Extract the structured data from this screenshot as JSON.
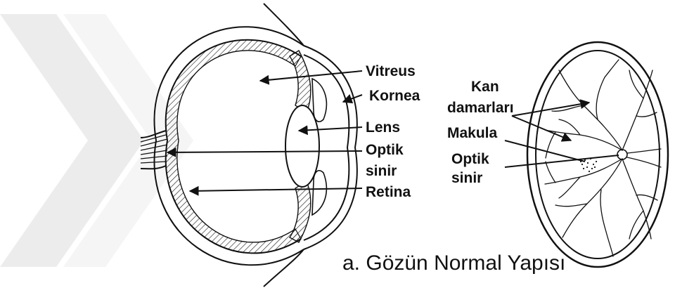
{
  "watermark": {
    "color": "#e9e9e9"
  },
  "colors": {
    "ink": "#111111",
    "background": "#ffffff"
  },
  "eye_section": {
    "labels": {
      "vitreus": "Vitreus",
      "kornea": "Kornea",
      "lens": "Lens",
      "optik": "Optik",
      "sinir": "sinir",
      "retina": "Retina"
    }
  },
  "fundus": {
    "labels": {
      "kan": "Kan",
      "damarlari": "damarları",
      "makula": "Makula",
      "optik": "Optik",
      "sinir": "sinir"
    }
  },
  "caption": "a. Gözün Normal Yapısı"
}
